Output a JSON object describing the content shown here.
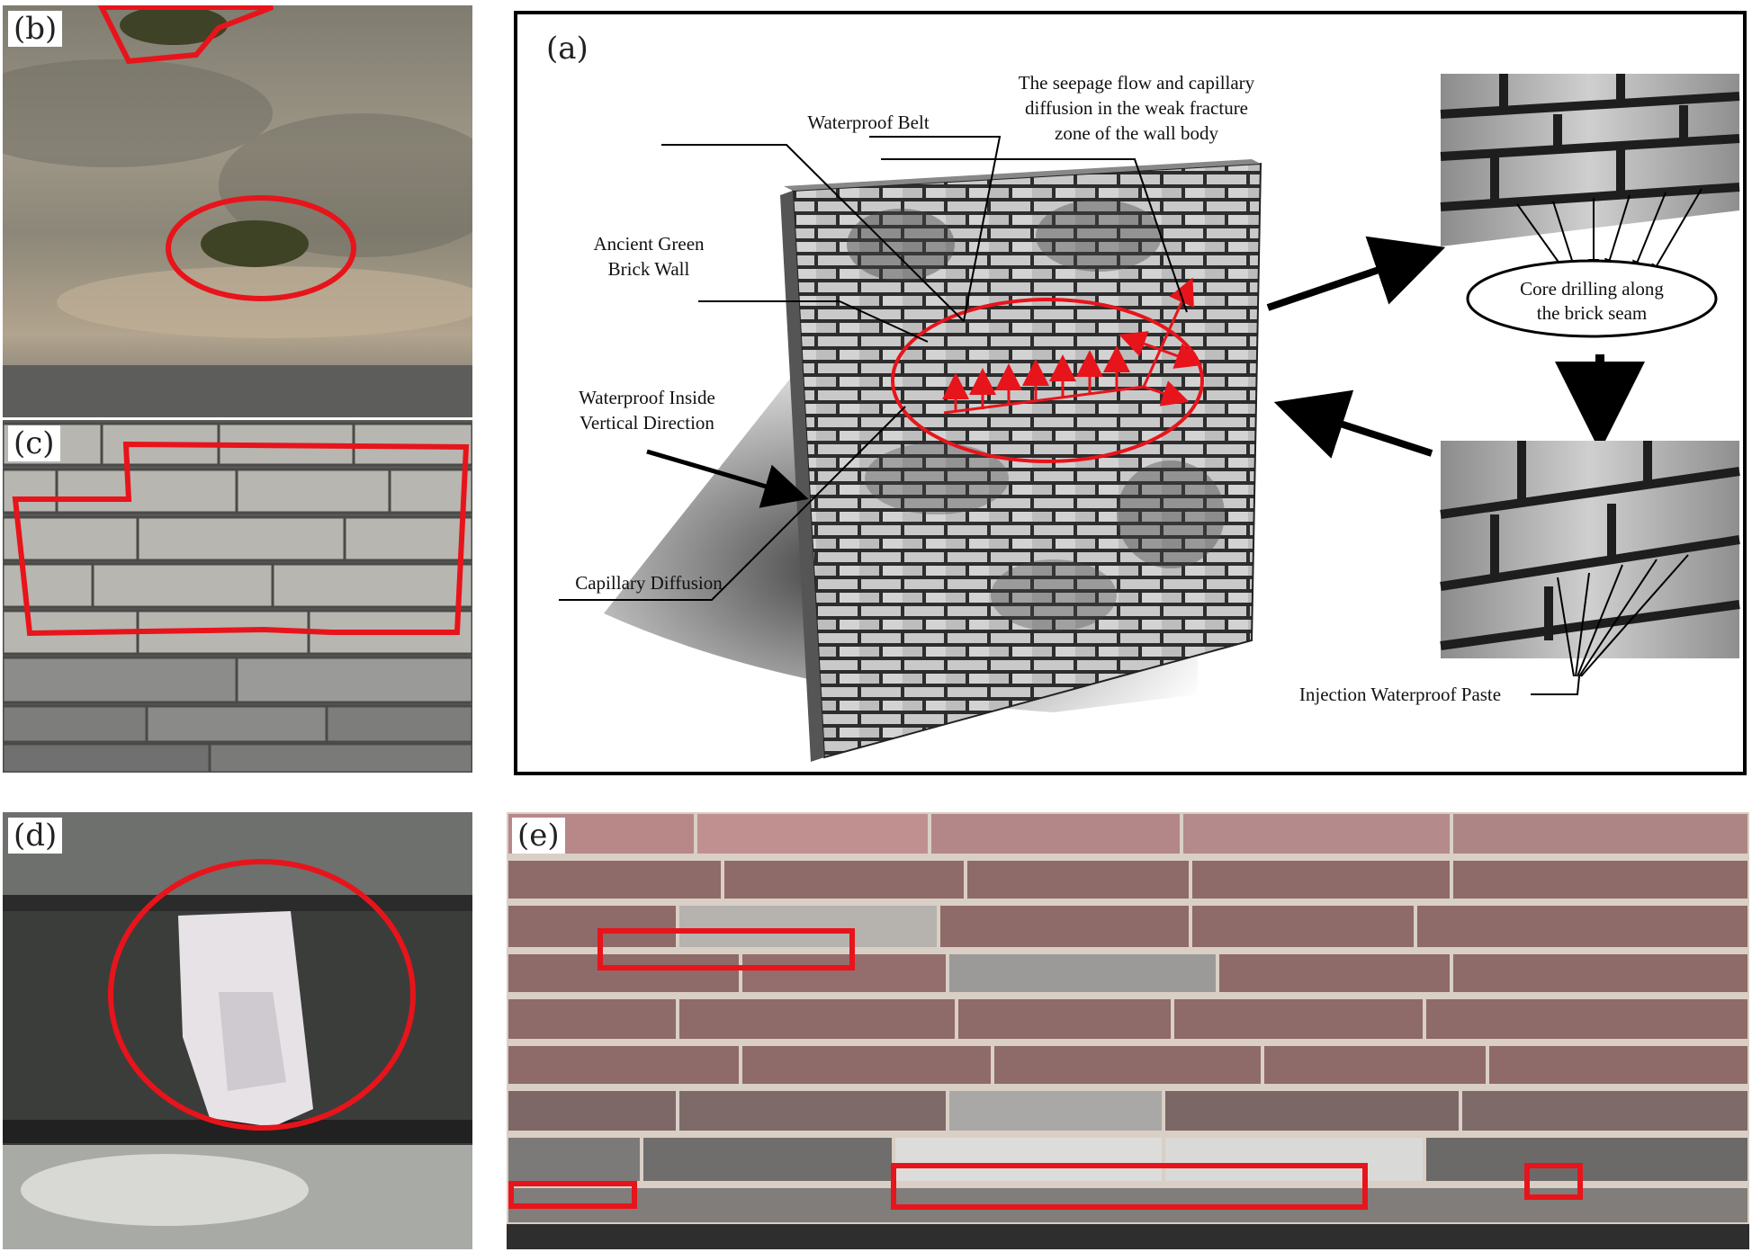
{
  "panels": {
    "a": "(a)",
    "b": "(b)",
    "c": "(c)",
    "d": "(d)",
    "e": "(e)"
  },
  "diagram": {
    "waterproof_belt": "Waterproof Belt",
    "seepage_line1": "The seepage flow and capillary",
    "seepage_line2": "diffusion in the weak fracture",
    "seepage_line3": "zone of the wall body",
    "ancient_line1": "Ancient Green",
    "ancient_line2": "Brick Wall",
    "inside_line1": "Waterproof Inside",
    "inside_line2": "Vertical Direction",
    "capillary": "Capillary Diffusion",
    "core_line1": "Core drilling along",
    "core_line2": "the brick seam",
    "injection": "Injection Waterproof Paste"
  },
  "colors": {
    "highlight": "#e8141b",
    "frame": "#000000",
    "brick_grey": "#8f8f8f",
    "brick_red": "#8a5a58"
  }
}
